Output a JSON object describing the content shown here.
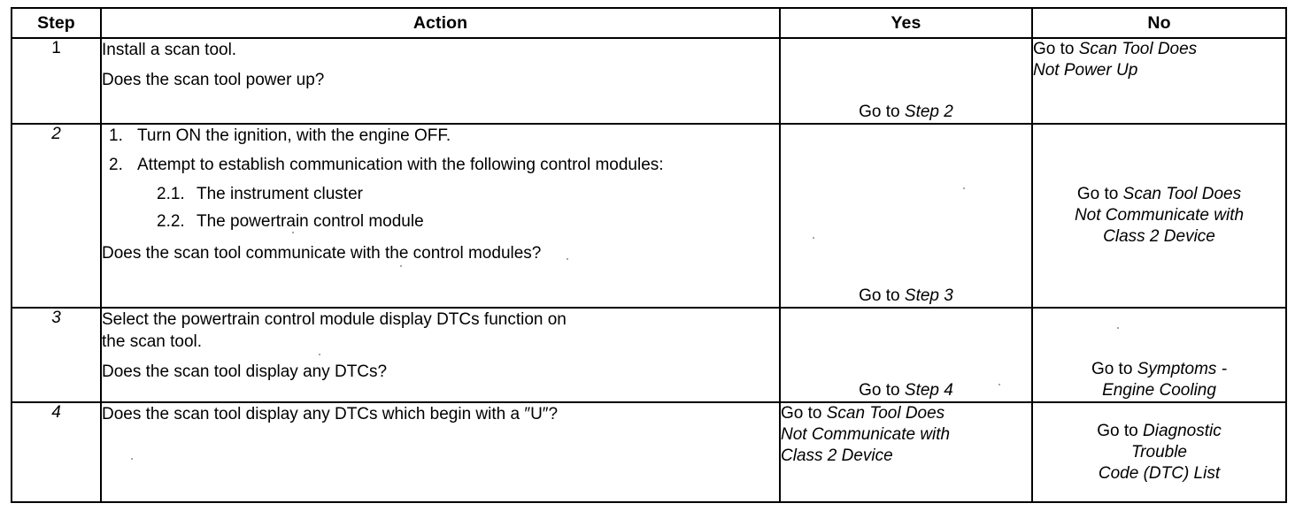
{
  "document": {
    "type": "diagnostic-decision-table",
    "columns": [
      "Step",
      "Action",
      "Yes",
      "No"
    ]
  },
  "table": {
    "headers": {
      "step": "Step",
      "action": "Action",
      "yes": "Yes",
      "no": "No"
    },
    "rows": [
      {
        "step": "1",
        "step_italic": false,
        "action": {
          "lines": [
            "Install a scan tool.",
            "Does the scan tool power up?"
          ]
        },
        "yes": {
          "prefix": "Go to ",
          "target": "Step 2",
          "align": "center",
          "valign": "bottom"
        },
        "no": {
          "prefix": "Go to ",
          "target": "Scan Tool Does Not Power Up",
          "align": "left",
          "valign": "top"
        }
      },
      {
        "step": "2",
        "step_italic": true,
        "action": {
          "items": [
            {
              "mark": "1.",
              "text": "Turn ON the ignition, with the engine OFF.",
              "level": 1
            },
            {
              "mark": "2.",
              "text": "Attempt to establish communication with the following control modules:",
              "level": 1
            },
            {
              "mark": "2.1.",
              "text": "The instrument cluster",
              "level": 2
            },
            {
              "mark": "2.2.",
              "text": "The powertrain control module",
              "level": 2
            }
          ],
          "question": "Does the scan tool communicate with the control modules?"
        },
        "yes": {
          "prefix": "Go to ",
          "target": "Step 3",
          "align": "center",
          "valign": "bottom"
        },
        "no": {
          "prefix": "Go to ",
          "target": "Scan Tool Does Not Communicate with Class 2 Device",
          "align": "center",
          "valign": "middle"
        }
      },
      {
        "step": "3",
        "step_italic": true,
        "action": {
          "lines": [
            "Select the powertrain control module display DTCs function on the scan tool.",
            "Does the scan tool display any DTCs?"
          ]
        },
        "yes": {
          "prefix": "Go to ",
          "target": "Step 4",
          "align": "center",
          "valign": "bottom"
        },
        "no": {
          "prefix": "Go to ",
          "target": "Symptoms - Engine Cooling",
          "align": "center",
          "valign": "bottom"
        }
      },
      {
        "step": "4",
        "step_italic": true,
        "action": {
          "lines": [
            "Does the scan tool display any DTCs which begin with a ″U″?"
          ]
        },
        "yes": {
          "prefix": "Go to ",
          "target": "Scan Tool Does Not Communicate with Class 2 Device",
          "align": "left",
          "valign": "top"
        },
        "no": {
          "prefix": "Go to ",
          "target": "Diagnostic Trouble Code (DTC) List",
          "align": "center",
          "valign": "middle"
        }
      }
    ]
  },
  "row1": {
    "action_line1": "Install a scan tool.",
    "action_line2": "Does the scan tool power up?",
    "yes_prefix": "Go to ",
    "yes_target": "Step 2",
    "no_prefix": "Go to ",
    "no_target_l1": "Scan Tool Does",
    "no_target_l2": "Not Power Up"
  },
  "row2": {
    "mark1": "1.",
    "item1": "Turn ON the ignition, with the engine OFF.",
    "mark2": "2.",
    "item2": "Attempt to establish communication with the following control modules:",
    "mark21": "2.1.",
    "item21": "The instrument cluster",
    "mark22": "2.2.",
    "item22": "The powertrain control module",
    "question": "Does the scan tool communicate with the control modules?",
    "yes_prefix": "Go to ",
    "yes_target": "Step 3",
    "no_prefix": "Go to ",
    "no_target_l1": "Scan Tool Does",
    "no_target_l2": "Not Communicate with",
    "no_target_l3": "Class 2 Device"
  },
  "row3": {
    "action_line1a": "Select the powertrain control module display DTCs function on",
    "action_line1b": "the scan tool.",
    "action_line2": "Does the scan tool display any DTCs?",
    "yes_prefix": "Go to ",
    "yes_target": "Step 4",
    "no_prefix": "Go to ",
    "no_target_l1": "Symptoms -",
    "no_target_l2": "Engine Cooling"
  },
  "row4": {
    "action_line1": "Does the scan tool display any DTCs which begin with a ″U″?",
    "yes_prefix": "Go to ",
    "yes_target_l1": "Scan Tool Does",
    "yes_target_l2": "Not Communicate with",
    "yes_target_l3": "Class 2 Device",
    "no_prefix": "Go to ",
    "no_target_l1": "Diagnostic",
    "no_target_l2": "Trouble",
    "no_target_l3": "Code (DTC) List"
  },
  "steps": {
    "s1": "1",
    "s2": "2",
    "s3": "3",
    "s4": "4"
  },
  "colors": {
    "ink": "#000000",
    "paper": "#ffffff"
  }
}
